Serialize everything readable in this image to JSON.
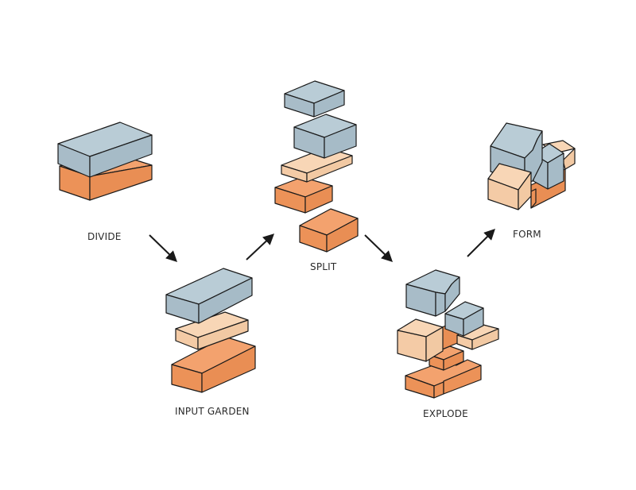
{
  "colors": {
    "blue_top": "#b9ccd6",
    "blue_side": "#a6bbc7",
    "blue_front": "#a8bcc8",
    "orange_top": "#f3a26e",
    "orange_side": "#e98e54",
    "orange_front": "#ec9258",
    "peach_top": "#f8d6b6",
    "peach_side": "#f2c9a3",
    "peach_front": "#f4cba6",
    "arrow": "#1a1a1a"
  },
  "steps": [
    {
      "id": "divide",
      "label": "DIVIDE"
    },
    {
      "id": "input-garden",
      "label": "INPUT GARDEN"
    },
    {
      "id": "split",
      "label": "SPLIT"
    },
    {
      "id": "explode",
      "label": "EXPLODE"
    },
    {
      "id": "form",
      "label": "FORM"
    }
  ]
}
